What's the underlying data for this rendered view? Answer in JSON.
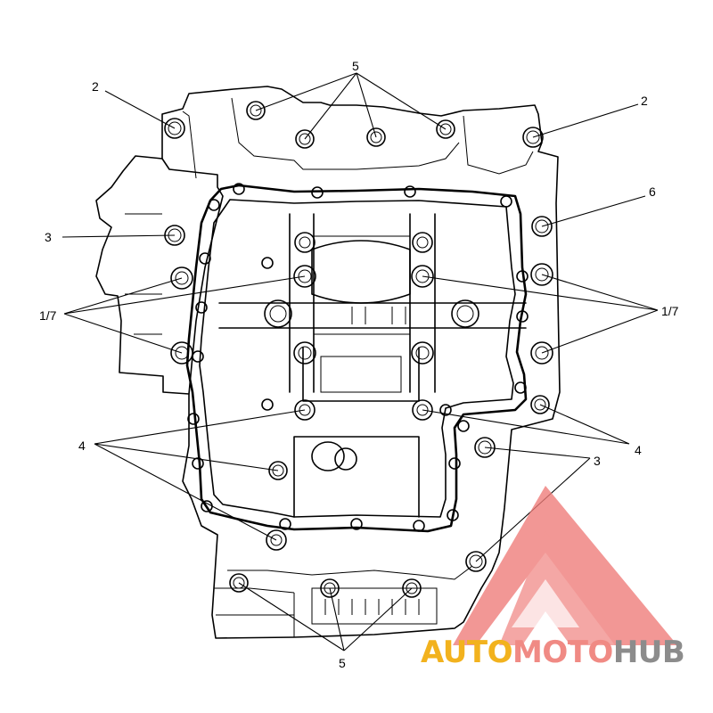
{
  "callouts": {
    "top_5": "5",
    "left_2": "2",
    "right_2": "2",
    "right_6": "6",
    "left_3": "3",
    "left_17": "1/7",
    "right_17": "1/7",
    "left_4": "4",
    "right_4": "4",
    "right_3": "3",
    "bottom_5": "5"
  },
  "watermark": {
    "part1": "AUTO",
    "part2": "MOTO",
    "part3": "HUB",
    "colors": {
      "part1": "#f2b21e",
      "part2": "#f08a84",
      "part3": "#8c8c8c",
      "logo": "#ef7b78"
    }
  }
}
